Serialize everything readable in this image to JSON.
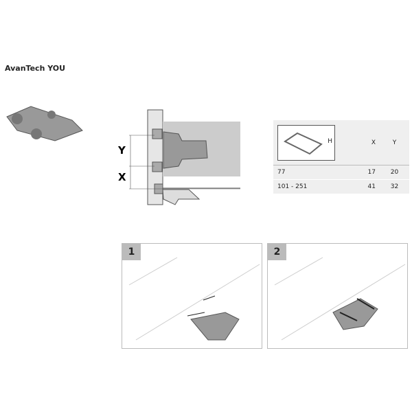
{
  "title": "AvanTech YOU",
  "diagram": {
    "label_y": "Y",
    "label_x": "X"
  },
  "table": {
    "height_label": "H",
    "col_x": "X",
    "col_y": "Y",
    "rows": [
      {
        "h": "77",
        "x": "17",
        "y": "20"
      },
      {
        "h": "101 - 251",
        "x": "41",
        "y": "32"
      }
    ]
  },
  "steps": [
    {
      "num": "1"
    },
    {
      "num": "2"
    }
  ]
}
